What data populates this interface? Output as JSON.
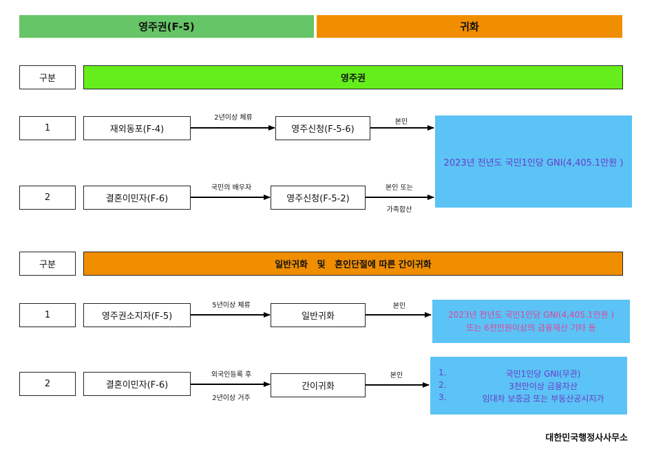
{
  "banner": {
    "left": "영주권(F-5)",
    "right": "귀화"
  },
  "permanent": {
    "header_label": "구분",
    "header_title": "영주권",
    "rows": [
      {
        "num": "1",
        "from": "재외동포(F-4)",
        "arrow1": "2년이상 체류",
        "to": "영주신청(F-5-6)",
        "arrow2": "본인"
      },
      {
        "num": "2",
        "from": "결혼이민자(F-6)",
        "arrow1": "국민의 배우자",
        "to": "영주신청(F-5-2)",
        "arrow2_top": "본인 또는",
        "arrow2_bottom": "가족합산"
      }
    ],
    "result": "2023년 전년도 국민1인당 GNI(4,405.1만원 )"
  },
  "naturalization": {
    "header_label": "구분",
    "header_title": "일반귀화   및   혼인단절에 따른 간이귀화",
    "rows": [
      {
        "num": "1",
        "from": "영주권소지자(F-5)",
        "arrow1": "5년이상 체류",
        "to": "일반귀화",
        "arrow2": "본인"
      },
      {
        "num": "2",
        "from": "결혼이민자(F-6)",
        "arrow1_top": "외국인등록 후",
        "arrow1_bottom": "2년이상 거주",
        "to": "간이귀화",
        "arrow2": "본인"
      }
    ],
    "result1_line1": "2023년 전년도 국민1인당 GNI(4,405.1만원 )",
    "result1_line2": "또는 6천만원이상의 금융재산 기타 등",
    "result2": [
      {
        "n": "1.",
        "text": "국민1인당 GNI(무관)"
      },
      {
        "n": "2.",
        "text": "3천만이상 금융자산"
      },
      {
        "n": "3.",
        "text": "임대차 보증금 또는 부동산공시지가"
      }
    ]
  },
  "footer": "대한민국행정사사무소",
  "colors": {
    "banner_left": "#66c566",
    "banner_right": "#f08e00",
    "permanent_header": "#66ee1c",
    "naturalization_header": "#f08e00",
    "result_box": "#5bc3f5",
    "result_text": "#6a3bc9",
    "result_text_alt": "#e0449a"
  }
}
